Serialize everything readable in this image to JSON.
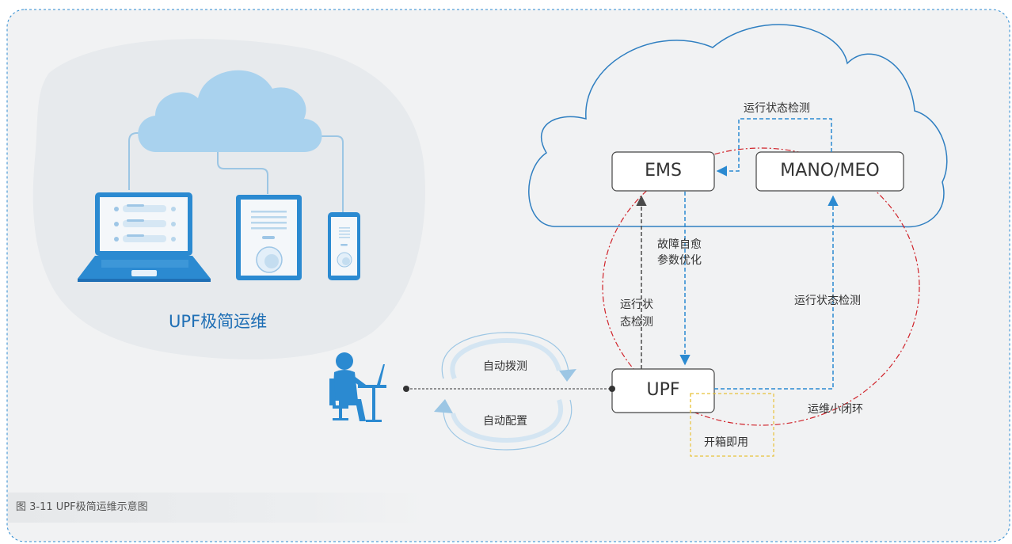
{
  "title": "UPF极简运维",
  "caption": "图 3-11 UPF极简运维示意图",
  "nodes": {
    "ems": "EMS",
    "mano": "MANO/MEO",
    "upf": "UPF"
  },
  "labels": {
    "mano_to_ems": "运行状态检测",
    "fault_line1": "故障自愈",
    "fault_line2": "参数优化",
    "upf_to_ems_line1": "运行状",
    "upf_to_ems_line2": "态检测",
    "upf_to_mano": "运行状态检测",
    "auto_dial": "自动拨测",
    "auto_config": "自动配置",
    "small_loop": "运维小闭环",
    "plug_and_play": "开箱即用"
  },
  "colors": {
    "accent_blue": "#2b8ad1",
    "cloud_line": "#2f7fc1",
    "loop_red": "#d0232a",
    "box_yellow": "#e8c23a",
    "dark_arrow": "#4a4a4a",
    "panel_bg": "#f1f2f3",
    "blob_bg": "#e7eaed"
  },
  "icons": [
    "cloud-icon",
    "laptop-icon",
    "tablet-icon",
    "phone-icon",
    "person-at-desk-icon"
  ]
}
